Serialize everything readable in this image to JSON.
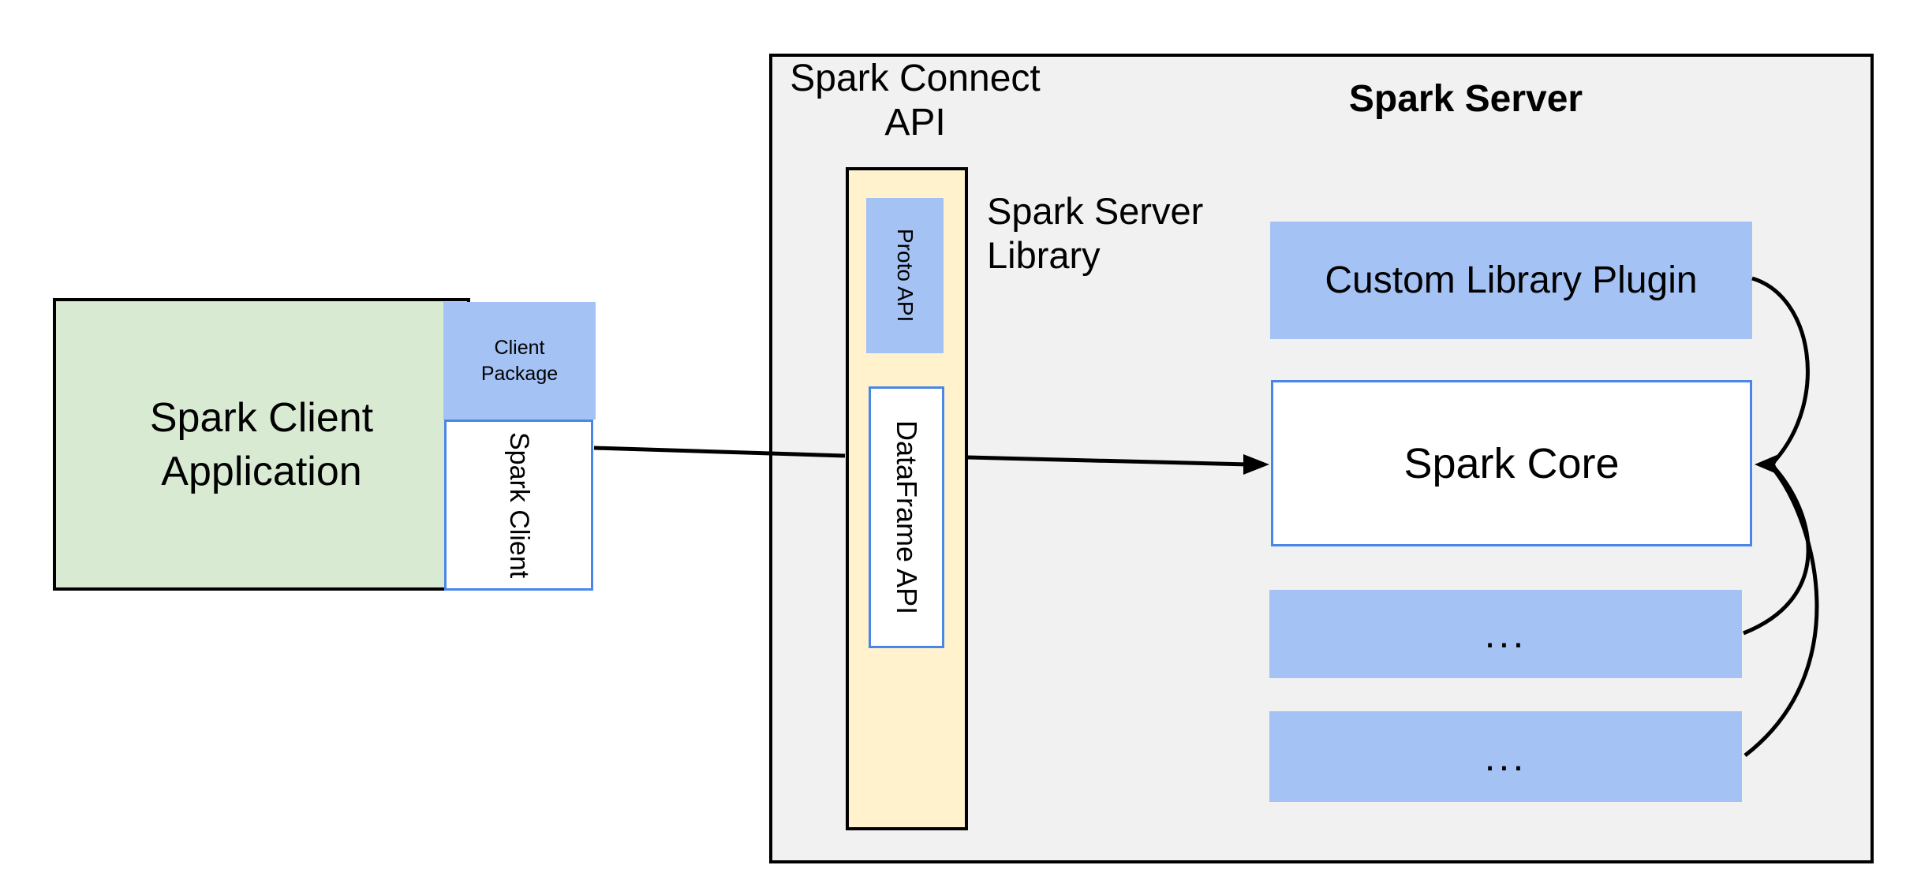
{
  "colors": {
    "green-fill": "#d9ead3",
    "blue-fill": "#a4c2f4",
    "yellow-fill": "#fff2cc",
    "gray-fill": "#f1f1f2",
    "blue-border": "#4a86e8",
    "line": "#000000",
    "text": "#000000",
    "background": "#ffffff"
  },
  "client": {
    "application": {
      "line1": "Spark Client",
      "line2": "Application"
    },
    "package": {
      "line1": "Client",
      "line2": "Package"
    },
    "spark_client": "Spark Client"
  },
  "connect_api": {
    "line1": "Spark Connect",
    "line2": "API"
  },
  "server": {
    "title": "Spark Server",
    "library": {
      "line1": "Spark Server",
      "line2": "Library"
    },
    "proto_api": "Proto API",
    "dataframe_api": "DataFrame API",
    "custom_plugin": "Custom Library Plugin",
    "core": "Spark Core",
    "more_1": "...",
    "more_2": "..."
  }
}
